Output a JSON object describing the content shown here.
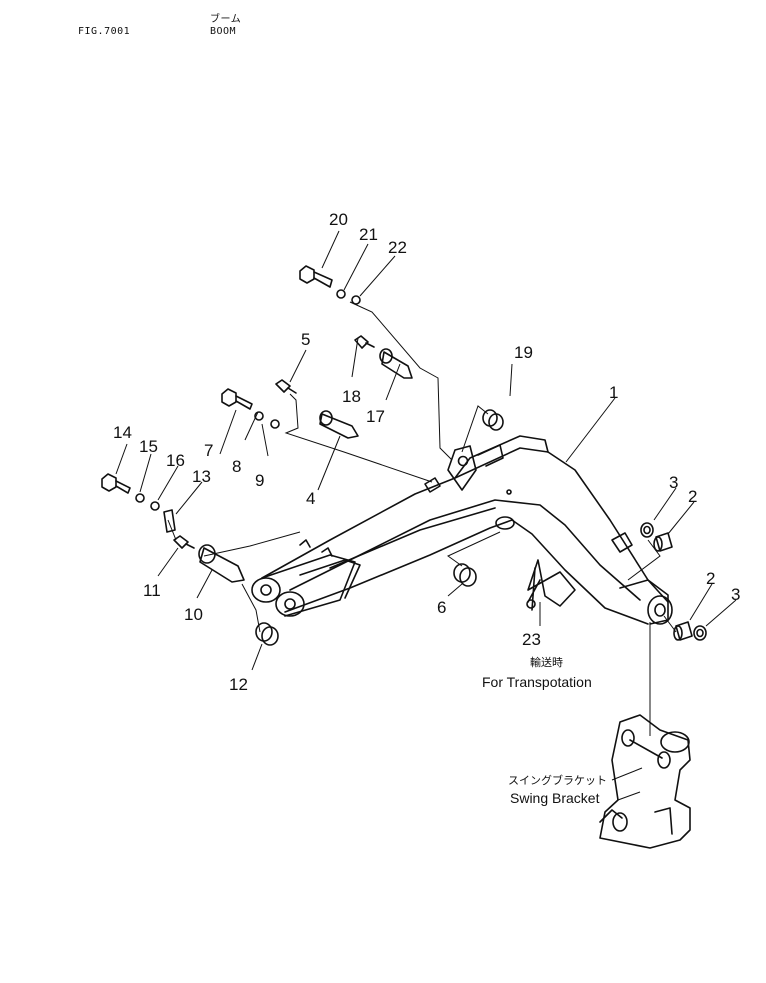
{
  "header": {
    "fig_label": "FIG.7001",
    "title_jp": "ブーム",
    "title_en": "BOOM"
  },
  "callouts": [
    "1",
    "2",
    "2",
    "3",
    "3",
    "4",
    "5",
    "6",
    "7",
    "8",
    "9",
    "10",
    "11",
    "12",
    "13",
    "14",
    "15",
    "16",
    "17",
    "18",
    "19",
    "20",
    "21",
    "22",
    "23"
  ],
  "captions": {
    "transport_jp": "輸送時",
    "transport_en": "For Transpotation",
    "swing_jp": "スイングブラケット",
    "swing_en": "Swing Bracket"
  }
}
